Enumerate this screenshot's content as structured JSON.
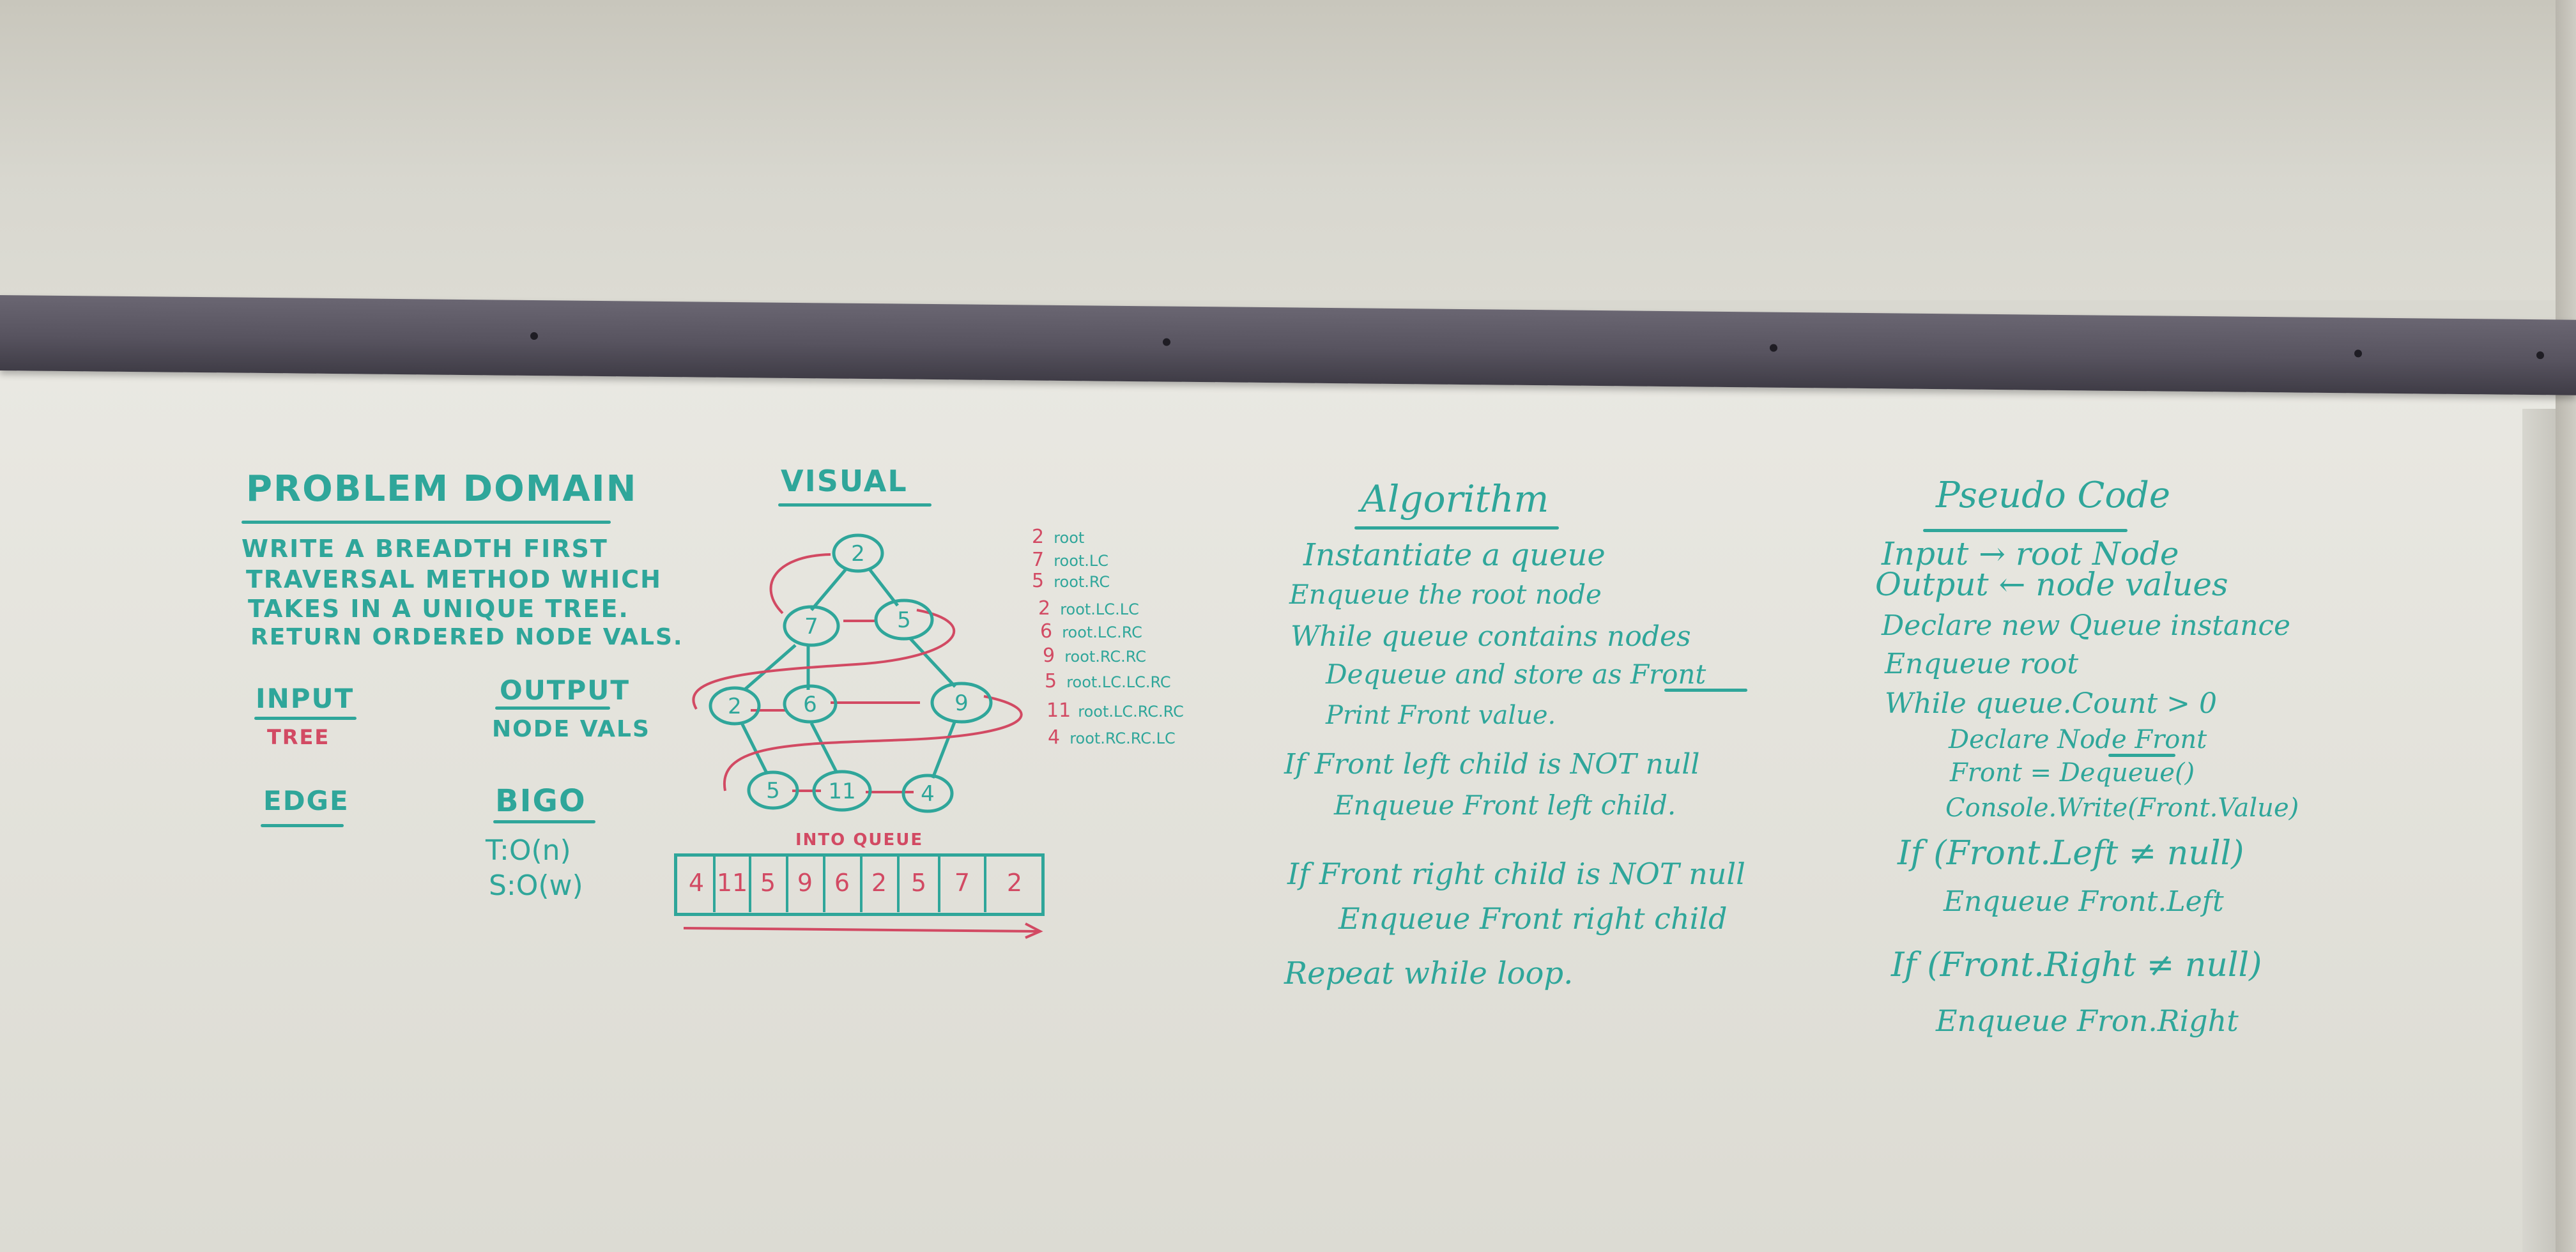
{
  "problem_domain": {
    "heading": "PROBLEM DOMAIN",
    "description_lines": [
      "WRITE A BREADTH FIRST",
      "TRAVERSAL METHOD WHICH",
      "TAKES IN A UNIQUE TREE.",
      "RETURN ORDERED NODE VALS."
    ],
    "input_label": "INPUT",
    "input_value": "TREE",
    "output_label": "OUTPUT",
    "output_value": "NODE VALS",
    "edge_label": "EDGE",
    "bigo_label": "BIGO",
    "time_complexity": "T:O(n)",
    "space_complexity": "S:O(w)"
  },
  "visual": {
    "heading": "VISUAL",
    "tree_nodes": [
      "2",
      "7",
      "5",
      "2",
      "6",
      "9",
      "5",
      "11",
      "4"
    ],
    "node_paths": [
      {
        "value": "2",
        "path": "root"
      },
      {
        "value": "7",
        "path": "root.LC"
      },
      {
        "value": "5",
        "path": "root.RC"
      },
      {
        "value": "2",
        "path": "root.LC.LC"
      },
      {
        "value": "6",
        "path": "root.LC.RC"
      },
      {
        "value": "9",
        "path": "root.RC.RC"
      },
      {
        "value": "5",
        "path": "root.LC.LC.RC"
      },
      {
        "value": "11",
        "path": "root.LC.RC.RC"
      },
      {
        "value": "4",
        "path": "root.RC.RC.LC"
      }
    ],
    "queue_label": "INTO QUEUE",
    "queue_values": [
      "4",
      "11",
      "5",
      "9",
      "6",
      "2",
      "5",
      "7",
      "2"
    ]
  },
  "algorithm": {
    "heading": "Algorithm",
    "lines": [
      "Instantiate a queue",
      "Enqueue the root node",
      "While queue contains nodes",
      "Dequeue and store as Front",
      "Print Front value.",
      "If Front left child is NOT null",
      "Enqueue Front left child.",
      "If Front right child is NOT null",
      "Enqueue Front right child",
      "Repeat while loop."
    ]
  },
  "pseudo_code": {
    "heading": "Pseudo Code",
    "input_line": "Input → root Node",
    "output_line": "Output ← node values",
    "lines": [
      "Declare new Queue instance",
      "Enqueue root",
      "While queue.Count > 0",
      "Declare Node Front",
      "Front = Dequeue()",
      "Console.Write(Front.Value)",
      "If (Front.Left ≠ null)",
      "Enqueue Front.Left",
      "If (Front.Right ≠ null)",
      "Enqueue Fron.Right"
    ]
  },
  "colors": {
    "teal_marker": "#2fa69a",
    "red_marker": "#d24a63",
    "board": "#e6e5de",
    "rail": "#57535f"
  }
}
